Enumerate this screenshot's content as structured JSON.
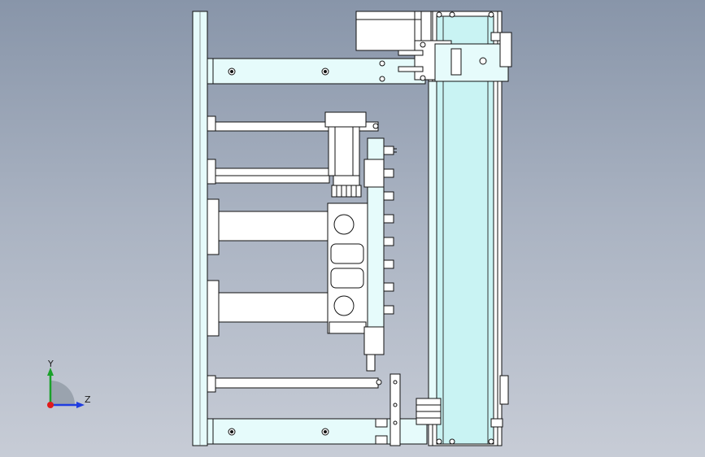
{
  "viewport": {
    "view": "front",
    "background_gradient": [
      "#8895a9",
      "#c7ccd6"
    ],
    "colors": {
      "part_fill": "#ffffff",
      "part_fill_accent": "#e6fbfb",
      "cyan_face": "#c9f3f3",
      "edge": "#111111",
      "hidden_face": "#dde8e8"
    }
  },
  "triad": {
    "y_label": "Y",
    "z_label": "Z",
    "colors": {
      "y": "#1aa12a",
      "z": "#1f3de0",
      "x": "#e01b1b",
      "quadrant": "#9aa3ae"
    }
  }
}
